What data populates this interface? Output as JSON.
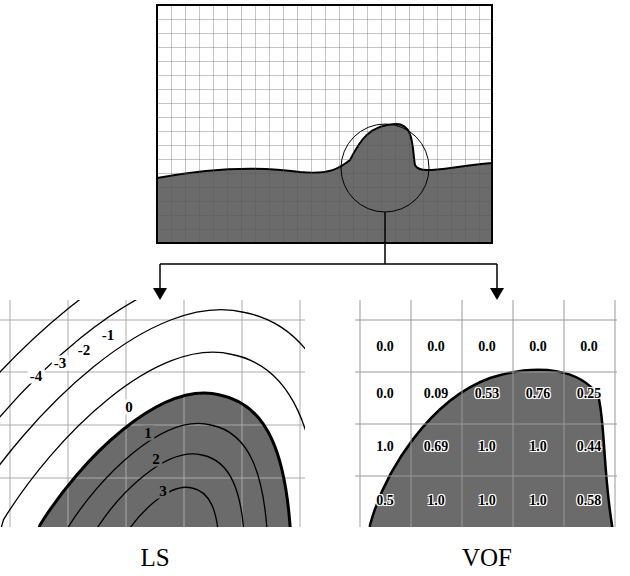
{
  "diagram": {
    "labels": [
      "-4",
      "-3",
      "-2",
      "-1",
      "0",
      "1",
      "2",
      "3",
      "0.0",
      "0.0",
      "0.0",
      "0.0",
      "0.0",
      "0.0",
      "0.09",
      "0.53",
      "0.76",
      "0.25",
      "1.0",
      "0.69",
      "1.0",
      "1.0",
      "0.44",
      "0.5",
      "1.0",
      "1.0",
      "1.0",
      "0.58",
      "LS",
      "VOF"
    ]
  }
}
